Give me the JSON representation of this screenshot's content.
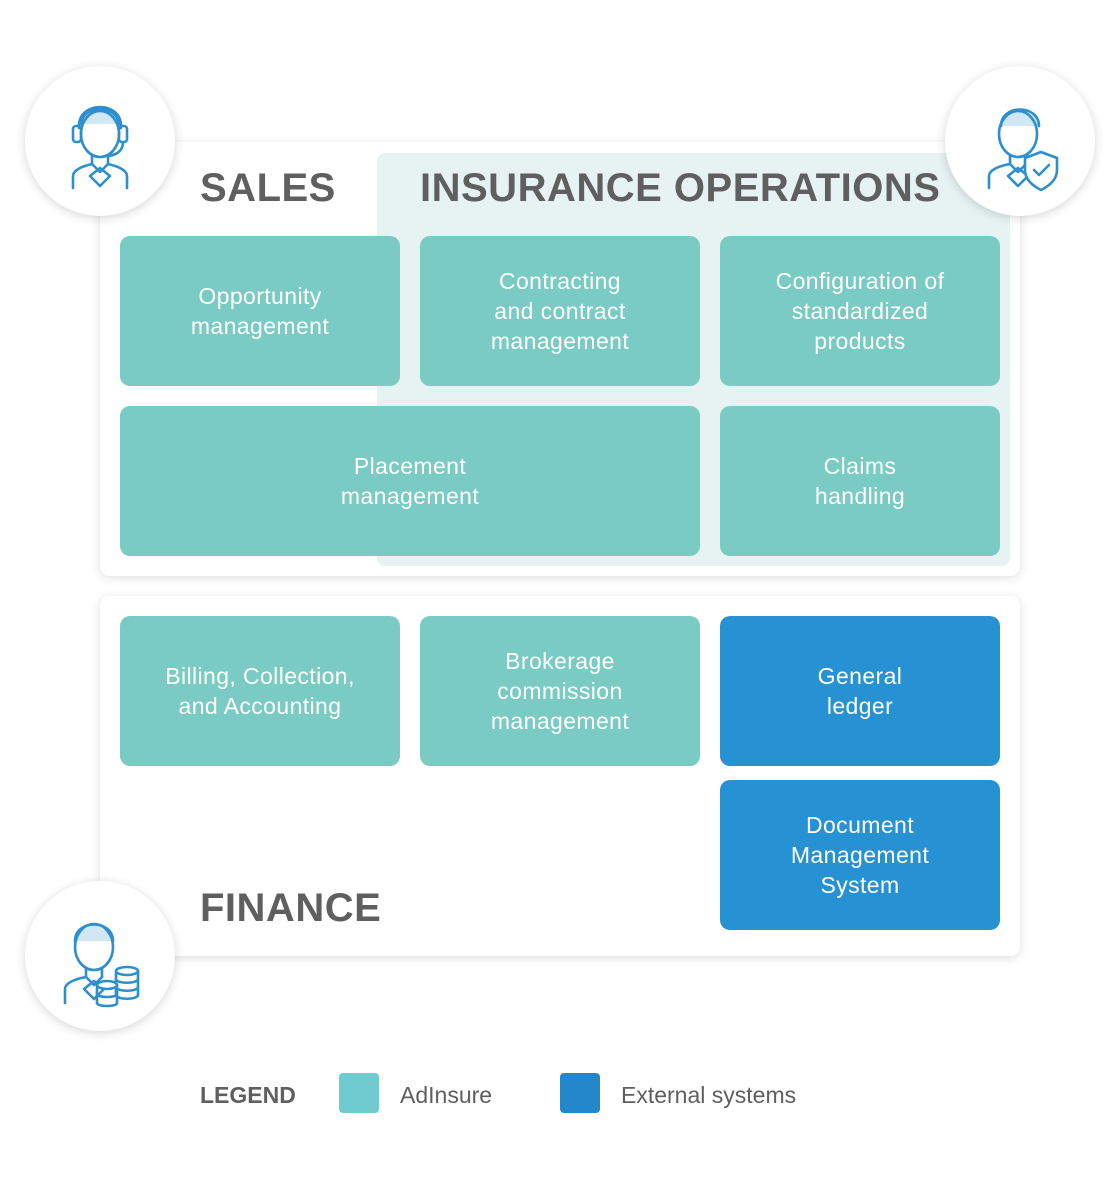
{
  "sections": {
    "sales": "SALES",
    "insurance_operations": "INSURANCE OPERATIONS",
    "finance": "FINANCE"
  },
  "boxes": {
    "opportunity": "Opportunity\nmanagement",
    "contracting": "Contracting\nand contract\nmanagement",
    "configuration": "Configuration of\nstandardized\nproducts",
    "placement": "Placement\nmanagement",
    "claims": "Claims\nhandling",
    "billing": "Billing, Collection,\nand Accounting",
    "brokerage": "Brokerage\ncommission\nmanagement",
    "general_ledger": "General\nledger",
    "dms": "Document\nManagement\nSystem"
  },
  "legend": {
    "title": "LEGEND",
    "adinsure": "AdInsure",
    "external": "External systems"
  },
  "icons": {
    "sales": "sales-agent-headset-icon",
    "operations": "operations-agent-shield-icon",
    "finance": "finance-agent-coins-icon"
  },
  "colors": {
    "adinsure": "#7acbc4",
    "external": "#2792d3",
    "operations_zone": "#e6f3f2",
    "title_text": "#5f5f5f"
  }
}
